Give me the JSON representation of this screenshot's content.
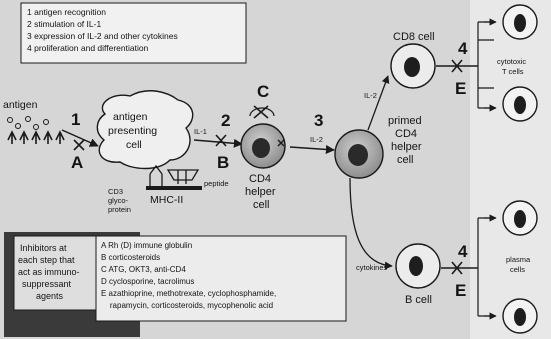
{
  "steps_legend": [
    "1  antigen recognition",
    "2  stimulation of IL-1",
    "3  expression of IL-2 and other cytokines",
    "4  proliferation and differentiation"
  ],
  "labels": {
    "antigen": "antigen",
    "apc": [
      "antigen",
      "presenting",
      "cell"
    ],
    "cd3": [
      "CD3",
      "glyco-",
      "protein"
    ],
    "mhc": "MHC-II",
    "peptide": "peptide",
    "il1": "IL-1",
    "il2_a": "IL-2",
    "il2_b": "IL-2",
    "cd4": [
      "CD4",
      "helper",
      "cell"
    ],
    "primed": [
      "primed",
      "CD4",
      "helper",
      "cell"
    ],
    "cd8": "CD8 cell",
    "cytotoxic": [
      "cytotoxic",
      "T cells"
    ],
    "cytokines": "cytokines",
    "bcell": "B cell",
    "plasma": [
      "plasma",
      "cells"
    ]
  },
  "markers": {
    "step1": "1",
    "A": "A",
    "step2": "2",
    "B": "B",
    "C": "C",
    "step3": "3",
    "step4_top": "4",
    "E_top": "E",
    "step4_bot": "4",
    "E_bot": "E"
  },
  "inhibitors": {
    "intro": [
      "Inhibitors at",
      "each step that",
      "act as immuno-",
      "suppressant",
      "agents"
    ],
    "items": [
      "A  Rh (D) immune globulin",
      "B  corticosteroids",
      "C  ATG, OKT3, anti-CD4",
      "D  cyclosporine, tacrolimus",
      "E  azathioprine, methotrexate, cyclophosphamide,",
      "    rapamycin, corticosteroids, mycophenolic acid"
    ]
  }
}
